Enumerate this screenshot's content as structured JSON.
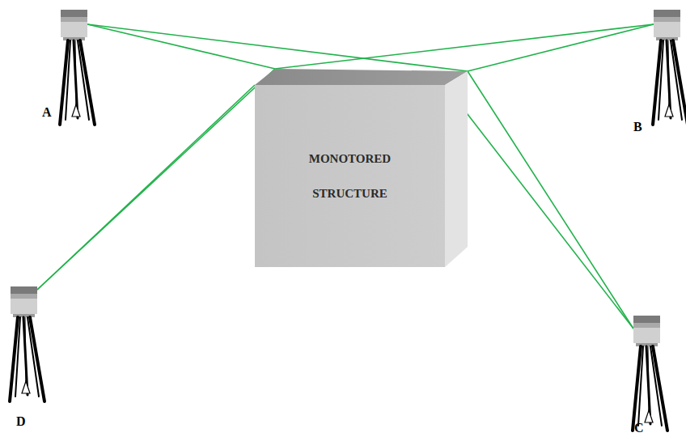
{
  "diagram": {
    "nodes": [
      {
        "text": [
          "A"
        ]
      },
      {
        "text": [
          "B"
        ]
      },
      {
        "text": [
          "MONOTORED STRUCTURE"
        ]
      },
      {
        "text": [
          "D"
        ]
      },
      {
        "text": [
          "C"
        ]
      }
    ],
    "edges": [
      {
        "from": 0,
        "to": 2,
        "arrow": "none"
      },
      {
        "from": 0,
        "to": 2,
        "arrow": "none"
      },
      {
        "from": 1,
        "to": 2,
        "arrow": "none"
      },
      {
        "from": 1,
        "to": 2,
        "arrow": "none"
      },
      {
        "from": 3,
        "to": 2,
        "arrow": "none"
      },
      {
        "from": 3,
        "to": 2,
        "arrow": "none"
      },
      {
        "from": 4,
        "to": 2,
        "arrow": "none"
      },
      {
        "from": 4,
        "to": 2,
        "arrow": "none"
      }
    ]
  }
}
